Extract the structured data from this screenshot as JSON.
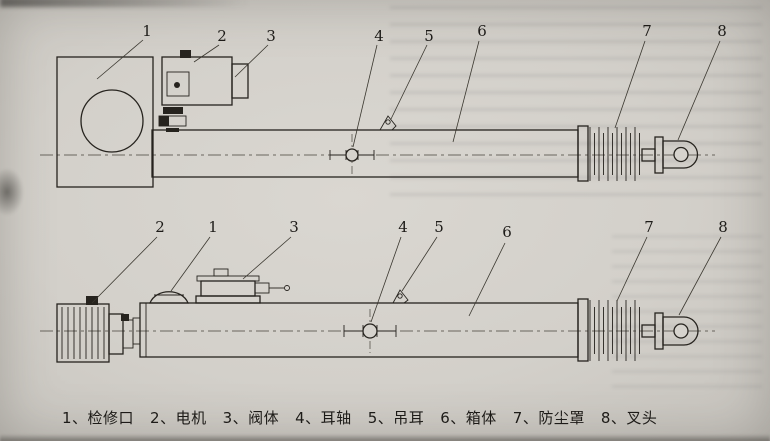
{
  "page": {
    "paper_color": "#d3d0ca",
    "ink_color": "#26231e"
  },
  "views": {
    "top": {
      "callouts": [
        "1",
        "2",
        "3",
        "4",
        "5",
        "6",
        "7",
        "8"
      ]
    },
    "bottom": {
      "callouts": [
        "2",
        "1",
        "3",
        "4",
        "5",
        "6",
        "7",
        "8"
      ]
    }
  },
  "legend": {
    "items": [
      {
        "text": "1、检修口"
      },
      {
        "text": "2、电机"
      },
      {
        "text": "3、阀体"
      },
      {
        "text": "4、耳轴"
      },
      {
        "text": "5、吊耳"
      },
      {
        "text": "6、箱体"
      },
      {
        "text": "7、防尘罩"
      },
      {
        "text": "8、叉头"
      }
    ]
  }
}
